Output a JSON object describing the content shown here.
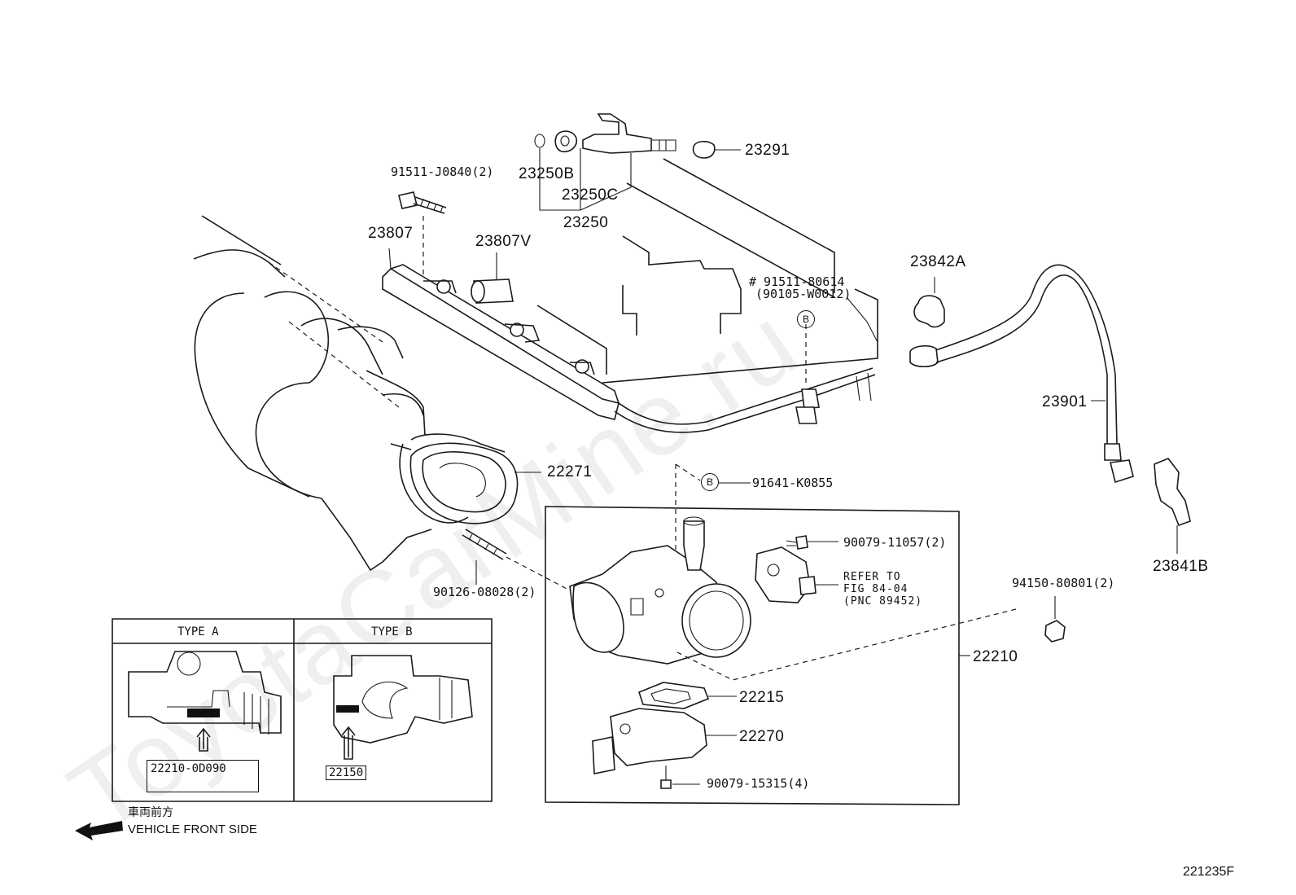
{
  "watermark": "ToyotaCarMine.ru",
  "diagram_code": "221235F",
  "front_side": {
    "jp": "車両前方",
    "en": "VEHICLE FRONT SIDE"
  },
  "parts": {
    "p23291": "23291",
    "p23250B": "23250B",
    "p23250C": "23250C",
    "p23250": "23250",
    "p91511_J0840": "91511-J0840(2)",
    "p23807": "23807",
    "p23807V": "23807V",
    "p91511_80614": "# 91511-80614",
    "p90105_W0012": "(90105-W0012)",
    "p23842A": "23842A",
    "p23901": "23901",
    "p22271": "22271",
    "p91641_K0855": "91641-K0855",
    "p90079_11057": "90079-11057(2)",
    "p90126_08028": "90126-08028(2)",
    "p94150_80801": "94150-80801(2)",
    "p23841B": "23841B",
    "p22210": "22210",
    "p22215": "22215",
    "p22270": "22270",
    "p90079_15315": "90079-15315(4)"
  },
  "refer": {
    "line1": "REFER TO",
    "line2": "FIG 84-04",
    "line3": "(PNC 89452)"
  },
  "callout_letter": "B",
  "types": {
    "a": {
      "label": "TYPE  A",
      "code": "22210-0D090"
    },
    "b": {
      "label": "TYPE  B",
      "code": "22150"
    }
  }
}
